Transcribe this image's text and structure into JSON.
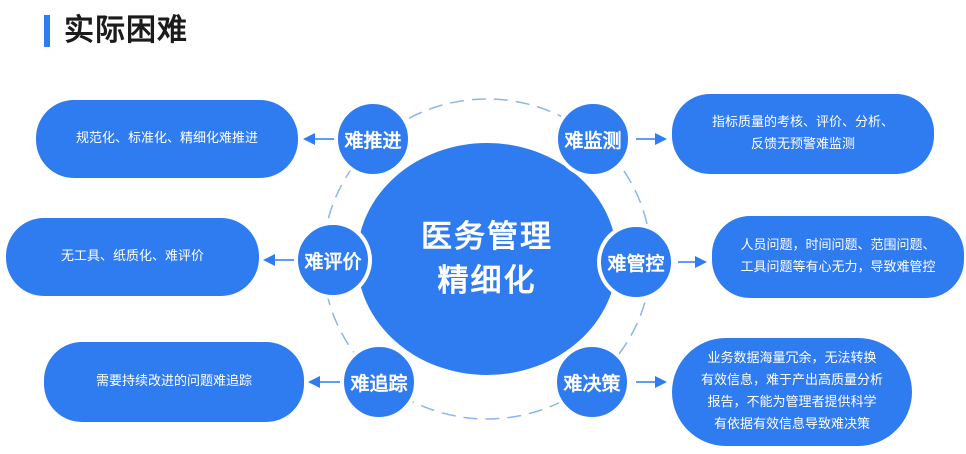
{
  "header": {
    "title": "实际困难"
  },
  "center": {
    "line1": "医务管理",
    "line2": "精细化"
  },
  "nodes": {
    "tuijin": "难推进",
    "jiance": "难监测",
    "pingjia": "难评价",
    "guankong": "难管控",
    "zhuizong": "难追踪",
    "juece": "难决策"
  },
  "boxes": {
    "tuijin": [
      "规范化、标准化、精细化难推进"
    ],
    "jiance": [
      "指标质量的考核、评价、分析、",
      "反馈无预警难监测"
    ],
    "pingjia": [
      "无工具、纸质化、难评价"
    ],
    "guankong": [
      "人员问题，时间问题、范围问题、",
      "工具问题等有心无力，导致难管控"
    ],
    "zhuizong": [
      "需要持续改进的问题难追踪"
    ],
    "juece": [
      "业务数据海量冗余，无法转换",
      "有效信息，难于产出高质量分析",
      "报告，不能为管理者提供科学",
      "有依据有效信息导致难决策"
    ]
  },
  "colors": {
    "primary": "#2f7bf0",
    "ring": "#8fb4ef",
    "arrow": "#2f7bf0"
  }
}
